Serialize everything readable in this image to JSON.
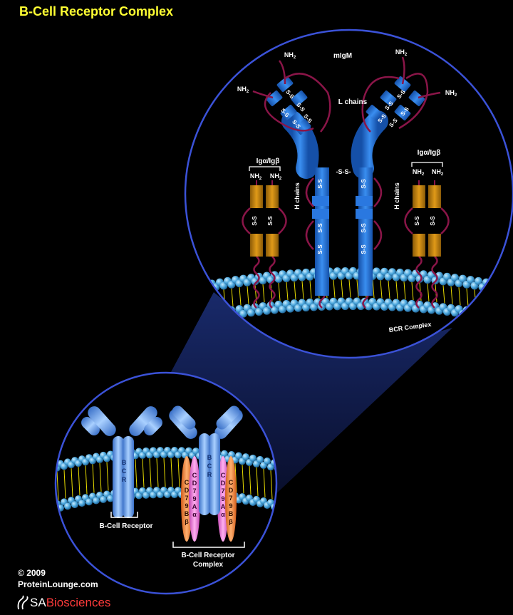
{
  "title": "B-Cell Receptor Complex",
  "colors": {
    "title": "#ffff33",
    "heavy_chain": "#2f7fd8",
    "linker": "#8a1548",
    "ig_alpha_beta": "#c8860e",
    "membrane_bead": "#5ab4e6",
    "tail": "#f0e000",
    "cd79a": "#f07ee0",
    "cd79b": "#f48a40",
    "bcr": "#6aa8f0"
  },
  "zoom": {
    "mIgM": "mIgM",
    "l_chains": "L chains",
    "h_chains": "H chains",
    "nh2": "NH",
    "nh2_sub": "2",
    "ss": "-S-S-",
    "ss_v": "S-S",
    "ig_label": "Igα/Igβ",
    "bcr_complex": "BCR Complex"
  },
  "overview": {
    "bcr_letters": [
      "B",
      "C",
      "R"
    ],
    "cd79a_letters": [
      "C",
      "D",
      "7",
      "9",
      "A",
      "α"
    ],
    "cd79b_letters": [
      "C",
      "D",
      "7",
      "9",
      "B",
      "β"
    ],
    "bcr_label": "B-Cell Receptor",
    "complex_label_1": "B-Cell Receptor",
    "complex_label_2": "Complex"
  },
  "footer": {
    "copyright_symbol": "©",
    "year": "2009",
    "site": "ProteinLounge.com",
    "brand_sa": "SA",
    "brand_bio": "Biosciences"
  }
}
